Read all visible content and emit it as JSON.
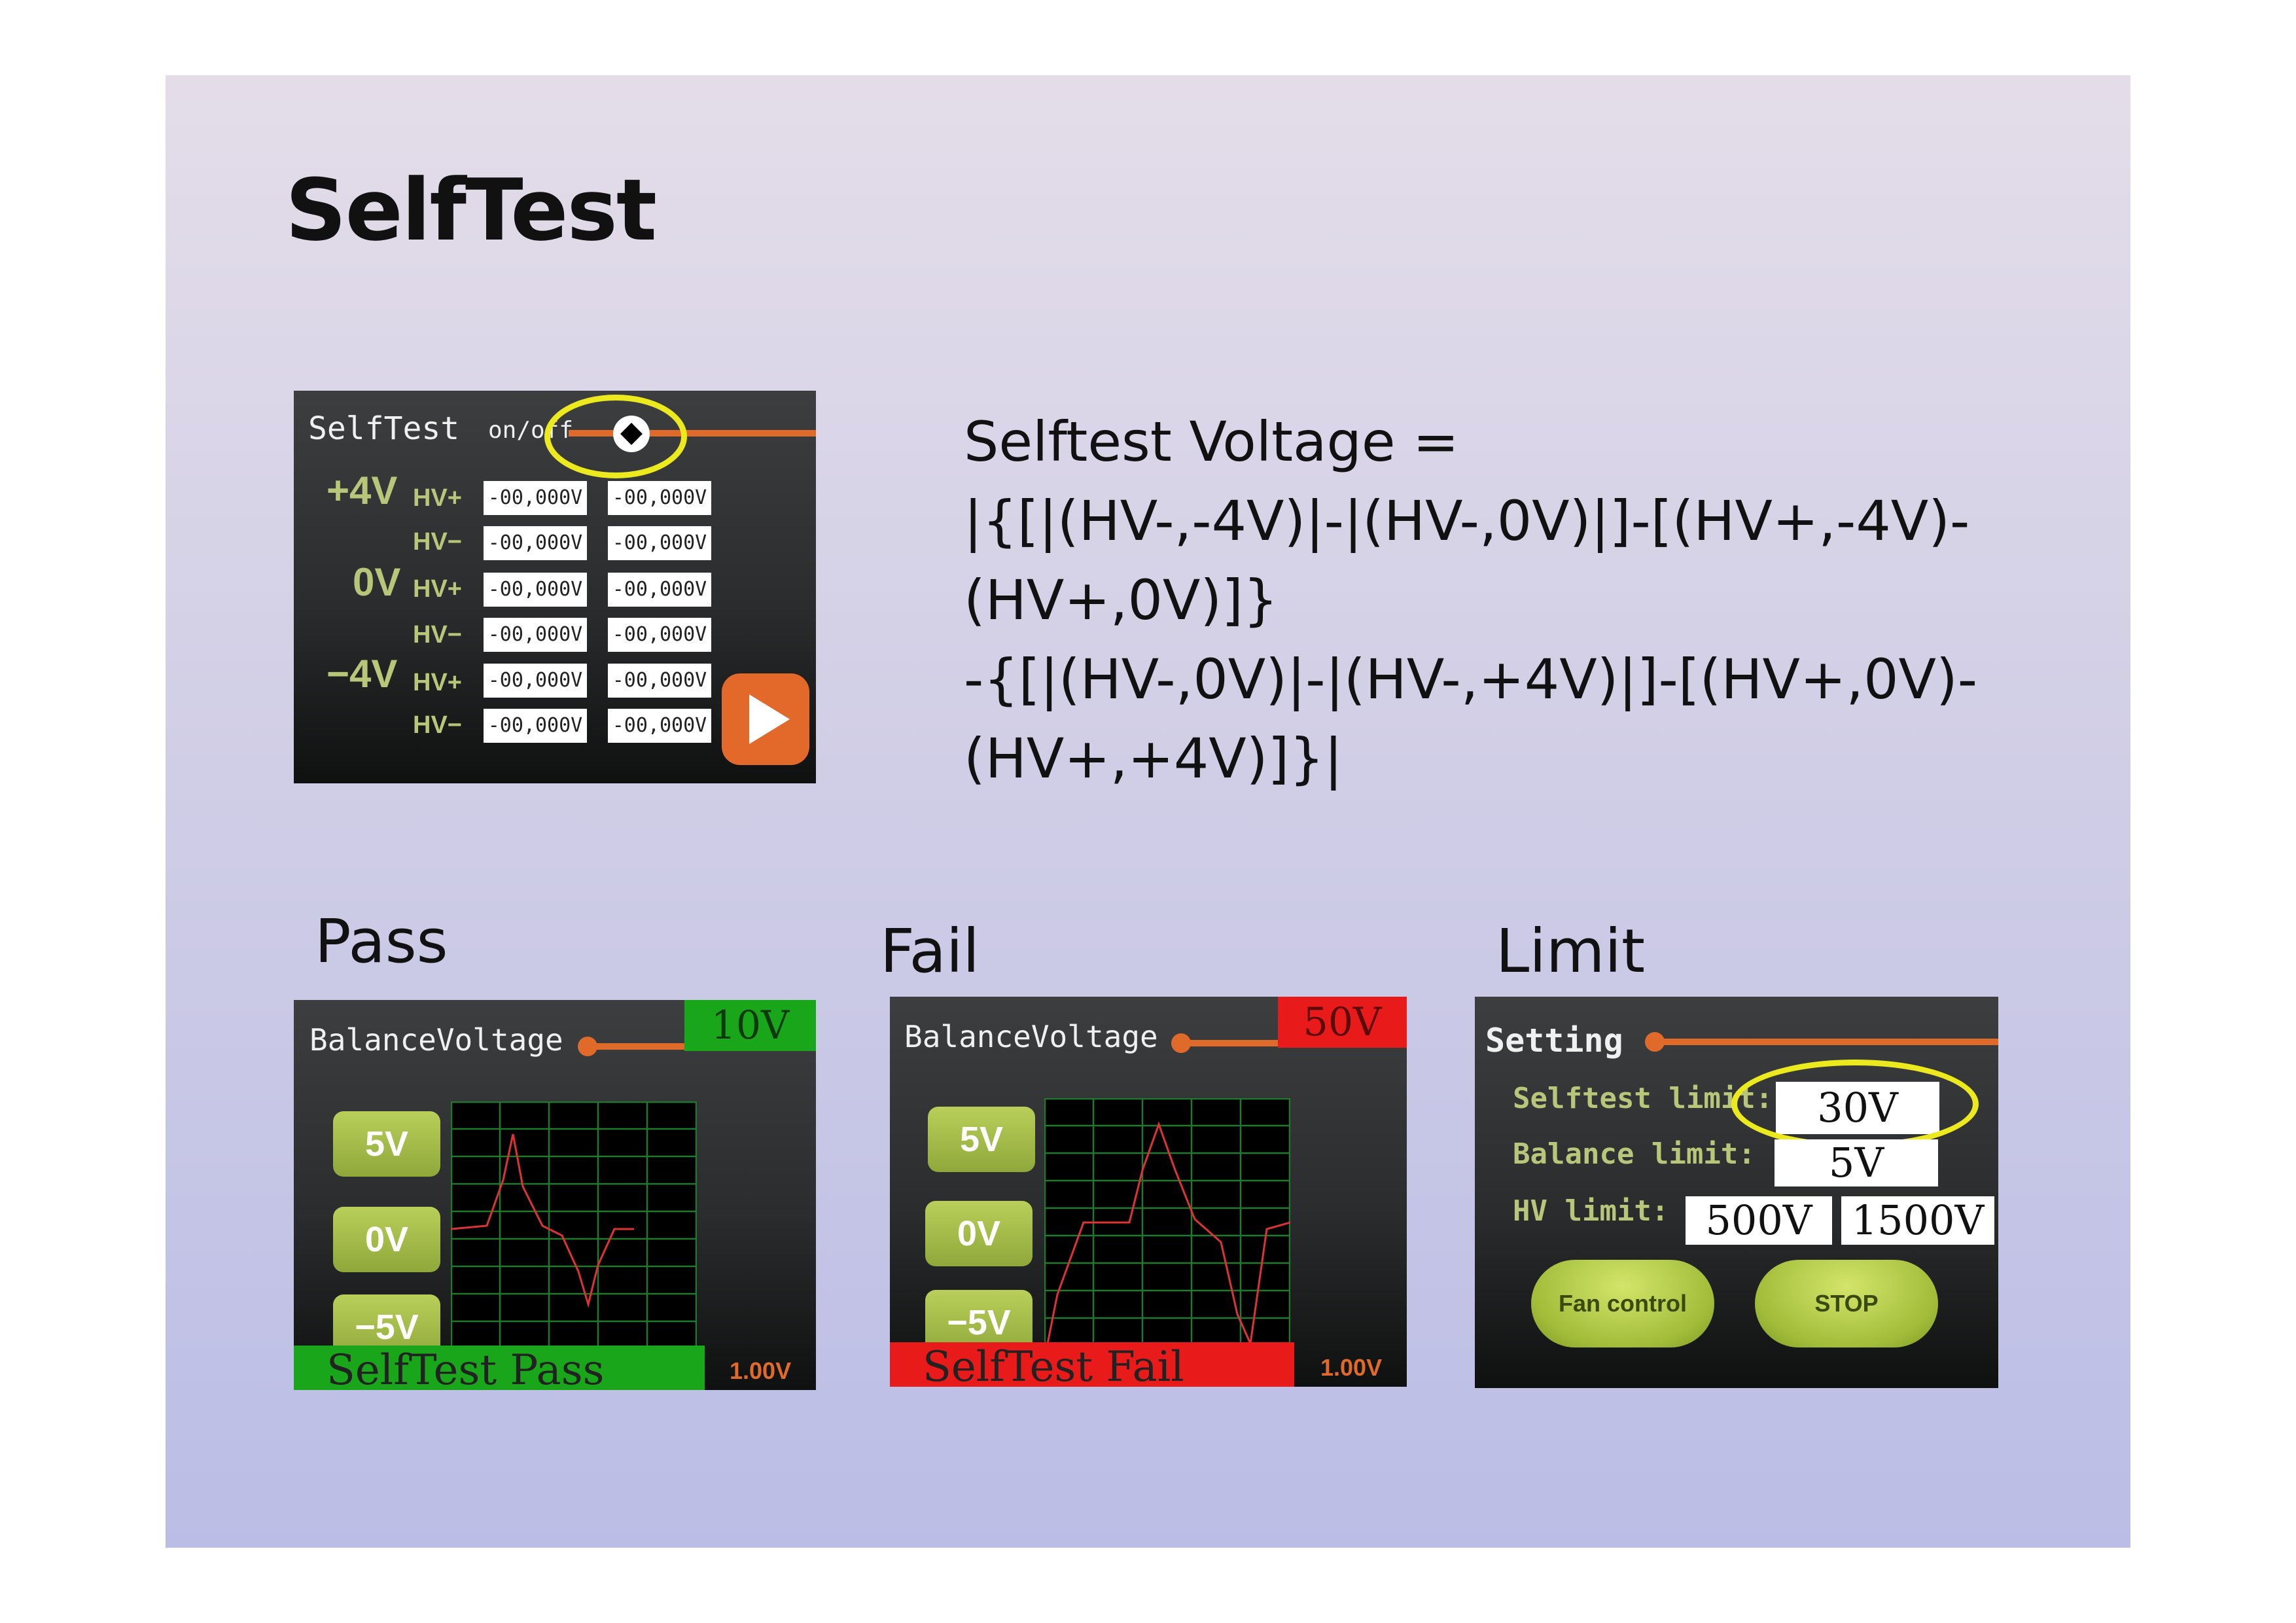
{
  "slide": {
    "title": "SelfTest",
    "formula_lines": [
      "Selftest Voltage =",
      "|{[|(HV-,-4V)|-|(HV-,0V)|]-[(HV+,-4V)-",
      "(HV+,0V)]}",
      "-{[|(HV-,0V)|-|(HV-,+4V)|]-[(HV+,0V)-",
      "(HV+,+4V)]}|"
    ],
    "captions": {
      "pass": "Pass",
      "fail": "Fail",
      "limit": "Limit"
    }
  },
  "selftest_screen": {
    "title": "SelfTest",
    "toggle_label": "on/off",
    "rows": [
      {
        "voltage": "+4V",
        "hv": "HV+",
        "values": [
          "-00,000V",
          "-00,000V"
        ]
      },
      {
        "voltage": "",
        "hv": "HV−",
        "values": [
          "-00,000V",
          "-00,000V"
        ]
      },
      {
        "voltage": "0V",
        "hv": "HV+",
        "values": [
          "-00,000V",
          "-00,000V"
        ]
      },
      {
        "voltage": "",
        "hv": "HV−",
        "values": [
          "-00,000V",
          "-00,000V"
        ]
      },
      {
        "voltage": "−4V",
        "hv": "HV+",
        "values": [
          "-00,000V",
          "-00,000V"
        ]
      },
      {
        "voltage": "",
        "hv": "HV−",
        "values": [
          "-00,000V",
          "-00,000V"
        ]
      }
    ],
    "play_icon": "play-icon"
  },
  "pass_screen": {
    "title": "BalanceVoltage",
    "value": "10V",
    "value_color": "#1aa61a",
    "buttons": [
      "5V",
      "0V",
      "−5V"
    ],
    "result": "SelfTest Pass",
    "result_color": "#1aa61a",
    "scale": "1.00V"
  },
  "fail_screen": {
    "title": "BalanceVoltage",
    "value": "50V",
    "value_color": "#e81a1a",
    "buttons": [
      "5V",
      "0V",
      "−5V"
    ],
    "result": "SelfTest Fail",
    "result_color": "#e81a1a",
    "scale": "1.00V"
  },
  "limit_screen": {
    "title": "Setting",
    "selftest_label": "Selftest limit:",
    "selftest_value": "30V",
    "balance_label": "Balance limit:",
    "balance_value": "5V",
    "hv_label": "HV limit:",
    "hv_value_low": "500V",
    "hv_value_high": "1500V",
    "fan_button": "Fan control",
    "stop_button": "STOP"
  }
}
